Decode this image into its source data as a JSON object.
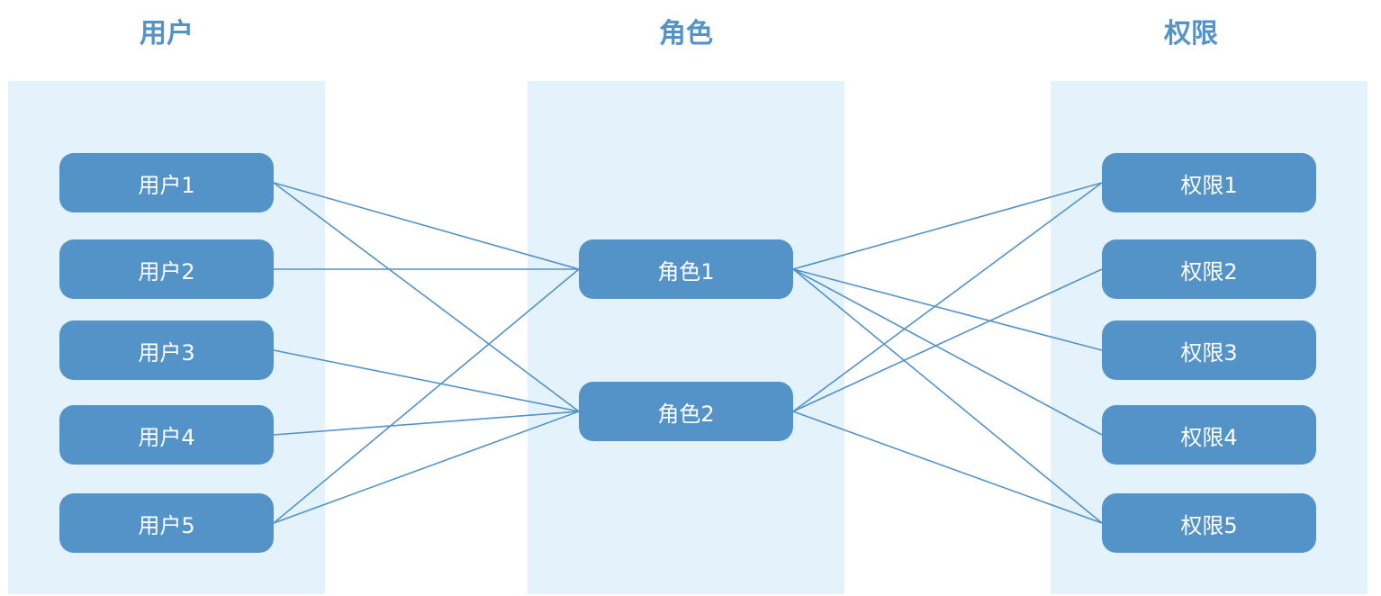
{
  "colors": {
    "panel": "#e4f3fb",
    "node": "#5393c8",
    "line": "#5393c8",
    "title": "#5393c8"
  },
  "columns": {
    "users": {
      "title": "用户",
      "nodes": [
        {
          "id": "u1",
          "label": "用户1"
        },
        {
          "id": "u2",
          "label": "用户2"
        },
        {
          "id": "u3",
          "label": "用户3"
        },
        {
          "id": "u4",
          "label": "用户4"
        },
        {
          "id": "u5",
          "label": "用户5"
        }
      ]
    },
    "roles": {
      "title": "角色",
      "nodes": [
        {
          "id": "r1",
          "label": "角色1"
        },
        {
          "id": "r2",
          "label": "角色2"
        }
      ]
    },
    "perms": {
      "title": "权限",
      "nodes": [
        {
          "id": "p1",
          "label": "权限1"
        },
        {
          "id": "p2",
          "label": "权限2"
        },
        {
          "id": "p3",
          "label": "权限3"
        },
        {
          "id": "p4",
          "label": "权限4"
        },
        {
          "id": "p5",
          "label": "权限5"
        }
      ]
    }
  },
  "edges": [
    [
      "u1",
      "r1"
    ],
    [
      "u1",
      "r2"
    ],
    [
      "u2",
      "r1"
    ],
    [
      "u3",
      "r2"
    ],
    [
      "u4",
      "r2"
    ],
    [
      "u5",
      "r1"
    ],
    [
      "u5",
      "r2"
    ],
    [
      "r1",
      "p1"
    ],
    [
      "r1",
      "p3"
    ],
    [
      "r1",
      "p4"
    ],
    [
      "r1",
      "p5"
    ],
    [
      "r2",
      "p1"
    ],
    [
      "r2",
      "p2"
    ],
    [
      "r2",
      "p5"
    ]
  ]
}
